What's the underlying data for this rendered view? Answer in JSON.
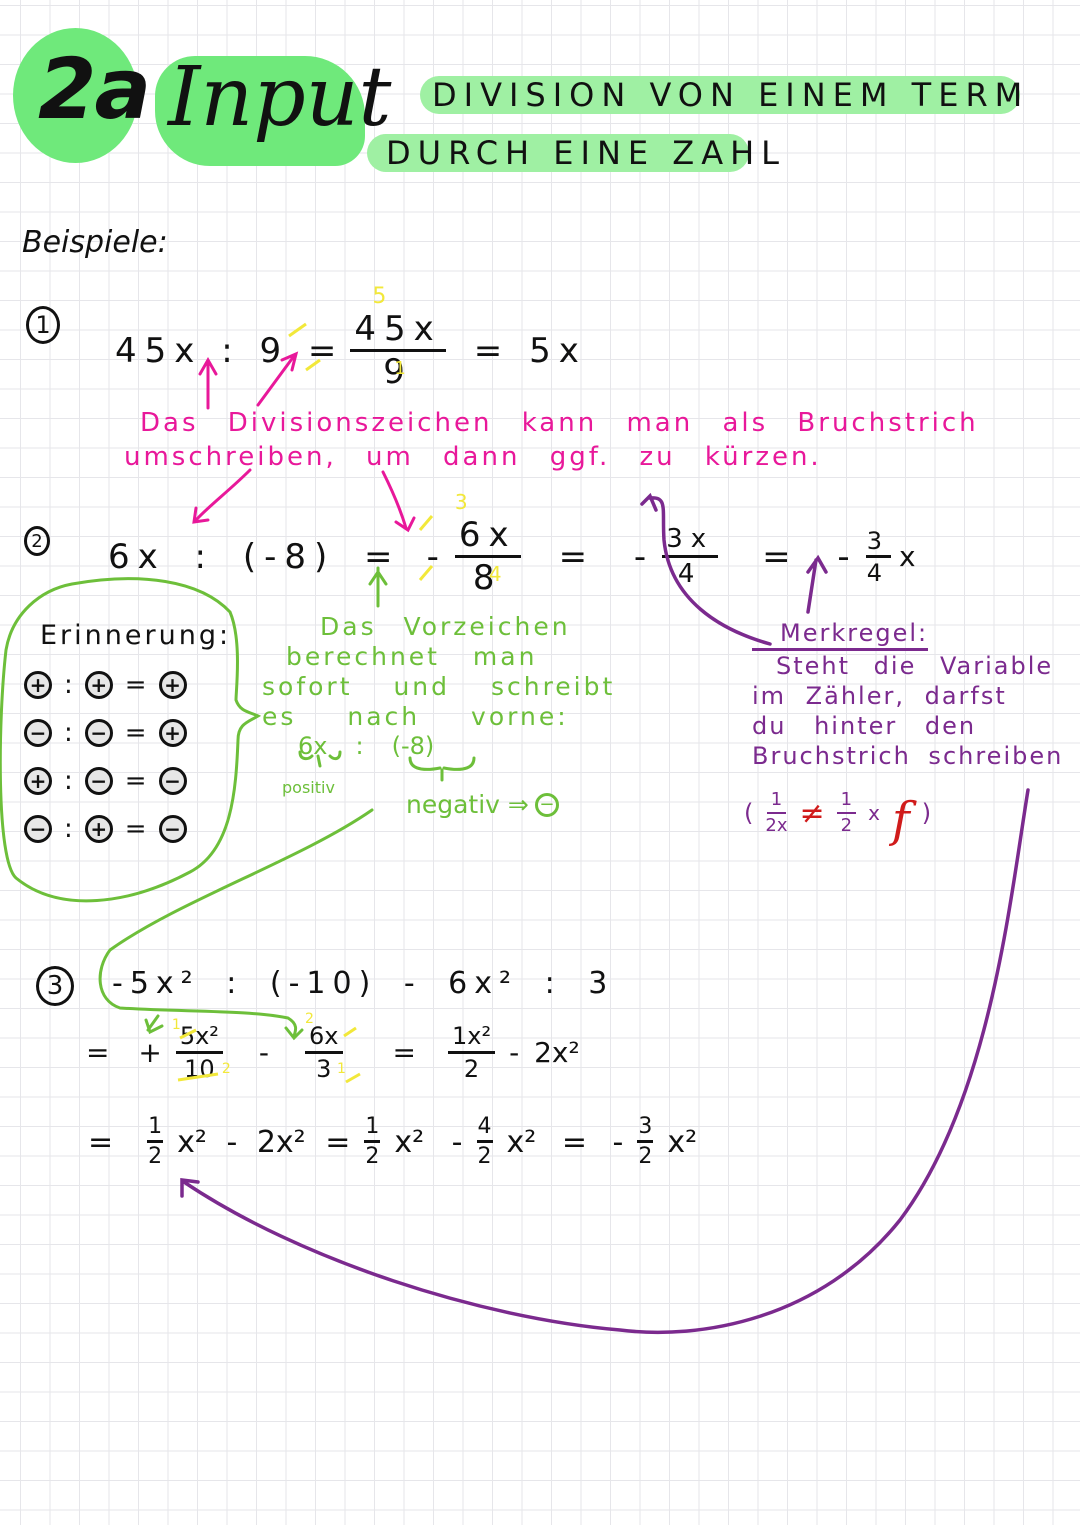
{
  "header": {
    "badge": "2a",
    "title": "Input",
    "subtitle_line1": "DIVISION VON EINEM TERM",
    "subtitle_line2": "DURCH EINE ZAHL",
    "highlight_color": "#6fe97b",
    "pill_color": "#9ff0a3"
  },
  "section_label": "Beispiele:",
  "examples": [
    {
      "number": "1",
      "expr_left": "45x : 9 =",
      "frac_num": "45x",
      "frac_den": "9",
      "cancel_num": "5",
      "cancel_den": "1",
      "result": "= 5x",
      "note_line1": "Das Divisionszeichen kann man als Bruchstrich",
      "note_line2": "umschreiben, um dann ggf. zu kürzen."
    },
    {
      "number": "2",
      "expr_left": "6x : (-8) =",
      "sign": "-",
      "frac1_num": "6x",
      "frac1_den": "8",
      "cancel_num": "3",
      "cancel_den": "4",
      "eq2": "= -",
      "frac2_num": "3x",
      "frac2_den": "4",
      "eq3": "= -",
      "frac3_num": "3",
      "frac3_den": "4",
      "frac3_var": "x"
    },
    {
      "number": "3",
      "line1": "-5x² : (-10) - 6x² : 3",
      "line2": {
        "prefix": "= +",
        "frac1_num": "5x²",
        "frac1_den": "10",
        "cancel1_num": "1",
        "cancel1_den": "2",
        "op": "-",
        "frac2_num": "6x",
        "frac2_den": "3",
        "cancel2_num": "2",
        "cancel2_den": "1",
        "eq": "=",
        "frac3_num": "1x²",
        "frac3_den": "2",
        "tail": "- 2x²"
      },
      "line3": {
        "eq1": "=",
        "f1_num": "1",
        "f1_den": "2",
        "t1": "x² - 2x² =",
        "f2_num": "1",
        "f2_den": "2",
        "t2": "x² -",
        "f3_num": "4",
        "f3_den": "2",
        "t3": "x² = -",
        "f4_num": "3",
        "f4_den": "2",
        "t4": "x²"
      }
    }
  ],
  "reminder": {
    "title": "Erinnerung:",
    "rules": [
      {
        "a": "+",
        "b": "+",
        "result": "+"
      },
      {
        "a": "−",
        "b": "−",
        "result": "+"
      },
      {
        "a": "+",
        "b": "−",
        "result": "−"
      },
      {
        "a": "−",
        "b": "+",
        "result": "−"
      }
    ],
    "colon": ":",
    "equals": "="
  },
  "sign_note": {
    "line1": "Das Vorzeichen",
    "line2": "berechnet man",
    "line3": "sofort und schreibt",
    "line4": "es nach vorne:",
    "example_left": "6x",
    "example_colon": ":",
    "example_right": "(-8)",
    "label_left": "positiv",
    "label_right": "negativ ⇒",
    "result_sign": "−"
  },
  "memo_rule": {
    "title": "Merkregel:",
    "line1": "Steht die Variable",
    "line2": "im Zähler, darfst",
    "line3": "du hinter den",
    "line4": "Bruchstrich schreiben",
    "ex_open": "(",
    "ex_frac1_num": "1",
    "ex_frac1_den": "2x",
    "ex_neq": "≠",
    "ex_frac2_num": "1",
    "ex_frac2_den": "2",
    "ex_var": "x",
    "ex_wrong_mark": "f",
    "ex_close": ")"
  },
  "colors": {
    "ink": "#111111",
    "pink": "#e8189a",
    "green": "#6dbf3a",
    "purple": "#7b2a8e",
    "red": "#d01b1b",
    "yellow": "#f2e83a",
    "grid": "#e6e6ea"
  }
}
